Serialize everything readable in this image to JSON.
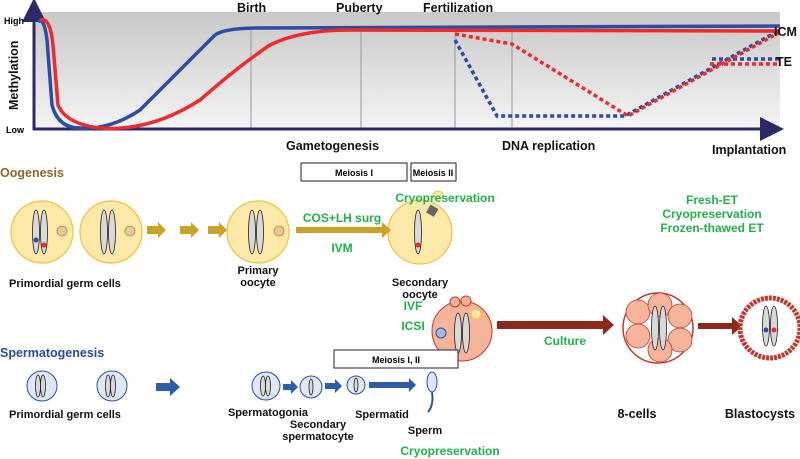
{
  "colors": {
    "blue": "#2d4da3",
    "red": "#ee2a2a",
    "green": "#22b04b",
    "oogenesis": "#8a6a2c",
    "spermatogenesis": "#2b4a9a",
    "gold": "#c9a227",
    "darkred": "#8b2a1a",
    "oocyte_fill": "#fde9a8"
  },
  "plot": {
    "y_axis_label": "Methylation",
    "y_high": "High",
    "y_low": "Low",
    "top_labels": [
      "Birth",
      "Puberty",
      "Fertilization"
    ],
    "bottom_labels": [
      "Gametogenesis",
      "DNA replication",
      "Implantation"
    ],
    "right_labels": [
      "ICM",
      "TE"
    ]
  },
  "oogenesis": {
    "title": "Oogenesis",
    "meiosis1": "Meiosis I",
    "meiosis2": "Meiosis II",
    "cryo": "Cryopreservation",
    "cos": "COS+LH surg",
    "ivm": "IVM",
    "pgc": "Primordial germ cells",
    "primary1": "Primary",
    "primary2": "oocyte",
    "secondary1": "Secondary",
    "secondary2": "oocyte",
    "ivf": "IVF",
    "icsi": "ICSI"
  },
  "embryo": {
    "culture": "Culture",
    "fresh": "Fresh-ET",
    "cryo": "Cryopreservation",
    "frozen": "Frozen-thawed ET",
    "eight": "8-cells",
    "blast": "Blastocysts"
  },
  "spermatogenesis": {
    "title": "Spermatogenesis",
    "meiosis": "Meiosis I, II",
    "pgc": "Primordial germ cells",
    "spermatogonia": "Spermatogonia",
    "secondary1": "Secondary",
    "secondary2": "spermatocyte",
    "spermatid": "Spermatid",
    "sperm": "Sperm",
    "cryo": "Cryopreservation"
  }
}
